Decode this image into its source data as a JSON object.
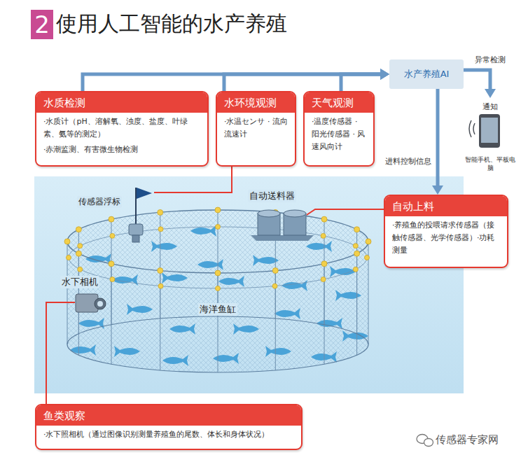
{
  "diagram": {
    "title": "使用人工智能的水产养殖",
    "nodes": [
      {
        "text": [
          "水产养殖AI"
        ]
      },
      {
        "text": [
          "通知",
          "智能手机、平板电脑"
        ]
      },
      {
        "text": [
          "水质检测",
          "·水质计（pH、溶解氧、浊度、盐度、叶绿素、氨等的测定）",
          "·赤潮监测、有害微生物检测"
        ]
      },
      {
        "text": [
          "水环境观测",
          "·水温センサ · 流向流速计"
        ]
      },
      {
        "text": [
          "天气观测",
          "·温度传感器 · 阳光传感器 · 风速风向计"
        ]
      },
      {
        "text": [
          "自动上料",
          "·养殖鱼的投喂请求传感器（接触传感器、光学传感器）·功耗测量"
        ]
      },
      {
        "text": [
          "鱼类观察",
          "·水下照相机（通过图像识别测量养殖鱼的尾数、体长和身体状况）"
        ]
      }
    ],
    "edges": [
      {
        "from": 2,
        "to": 0,
        "arrow": "to"
      },
      {
        "from": 3,
        "to": 0,
        "arrow": "to"
      },
      {
        "from": 4,
        "to": 0,
        "arrow": "to"
      },
      {
        "from": 0,
        "to": 5,
        "label": "进料控制信息",
        "arrow": "to"
      },
      {
        "from": 0,
        "to": 1,
        "label": "异常检测",
        "arrow": "to"
      }
    ],
    "labels": [
      "2",
      "传感器浮标",
      "自动送料器",
      "水下相机",
      "海洋鱼缸",
      "传感器专家网"
    ]
  }
}
